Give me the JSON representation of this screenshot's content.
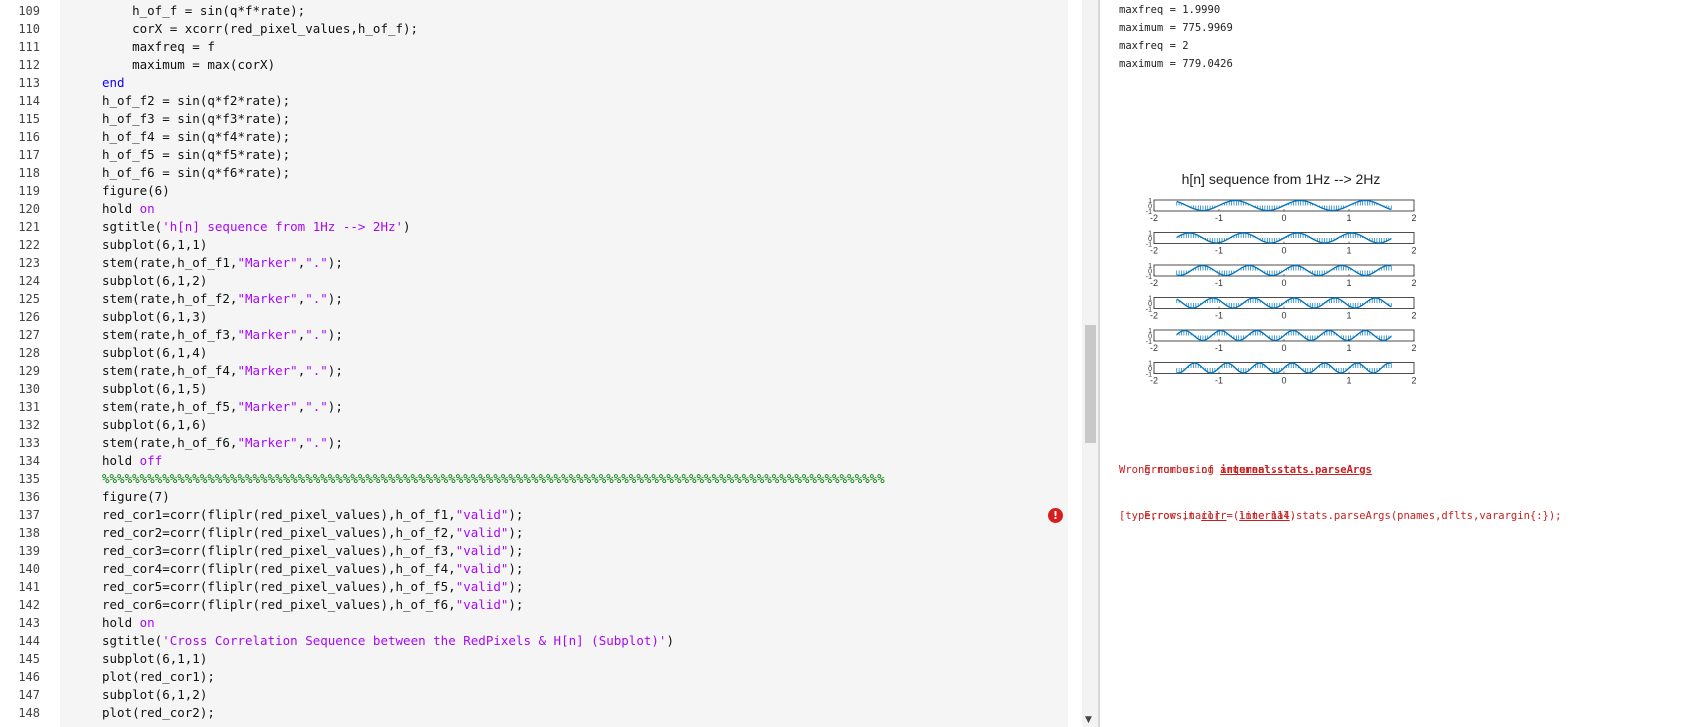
{
  "editor": {
    "lines": [
      {
        "num": "109",
        "tokens": [
          {
            "t": "    h_of_f = sin(q*f*rate);"
          }
        ]
      },
      {
        "num": "110",
        "tokens": [
          {
            "t": "    corX = xcorr(red_pixel_values,h_of_f);"
          }
        ]
      },
      {
        "num": "111",
        "tokens": [
          {
            "t": "    maxfreq = f"
          }
        ]
      },
      {
        "num": "112",
        "tokens": [
          {
            "t": "    maximum = max(corX)"
          }
        ]
      },
      {
        "num": "113",
        "tokens": [
          {
            "t": "end",
            "c": "kw"
          }
        ]
      },
      {
        "num": "114",
        "tokens": [
          {
            "t": "h_of_f2 = sin(q*f2*rate);"
          }
        ]
      },
      {
        "num": "115",
        "tokens": [
          {
            "t": "h_of_f3 = sin(q*f3*rate);"
          }
        ]
      },
      {
        "num": "116",
        "tokens": [
          {
            "t": "h_of_f4 = sin(q*f4*rate);"
          }
        ]
      },
      {
        "num": "117",
        "tokens": [
          {
            "t": "h_of_f5 = sin(q*f5*rate);"
          }
        ]
      },
      {
        "num": "118",
        "tokens": [
          {
            "t": "h_of_f6 = sin(q*f6*rate);"
          }
        ]
      },
      {
        "num": "119",
        "tokens": [
          {
            "t": "figure(6)"
          }
        ]
      },
      {
        "num": "120",
        "tokens": [
          {
            "t": "hold "
          },
          {
            "t": "on",
            "c": "str"
          }
        ]
      },
      {
        "num": "121",
        "tokens": [
          {
            "t": "sgtitle("
          },
          {
            "t": "'h[n] sequence from 1Hz --> 2Hz'",
            "c": "str"
          },
          {
            "t": ")"
          }
        ]
      },
      {
        "num": "122",
        "tokens": [
          {
            "t": "subplot(6,1,1)"
          }
        ]
      },
      {
        "num": "123",
        "tokens": [
          {
            "t": "stem(rate,h_of_f1,"
          },
          {
            "t": "\"Marker\"",
            "c": "str"
          },
          {
            "t": ","
          },
          {
            "t": "\".\"",
            "c": "str"
          },
          {
            "t": ");"
          }
        ]
      },
      {
        "num": "124",
        "tokens": [
          {
            "t": "subplot(6,1,2)"
          }
        ]
      },
      {
        "num": "125",
        "tokens": [
          {
            "t": "stem(rate,h_of_f2,"
          },
          {
            "t": "\"Marker\"",
            "c": "str"
          },
          {
            "t": ","
          },
          {
            "t": "\".\"",
            "c": "str"
          },
          {
            "t": ");"
          }
        ]
      },
      {
        "num": "126",
        "tokens": [
          {
            "t": "subplot(6,1,3)"
          }
        ]
      },
      {
        "num": "127",
        "tokens": [
          {
            "t": "stem(rate,h_of_f3,"
          },
          {
            "t": "\"Marker\"",
            "c": "str"
          },
          {
            "t": ","
          },
          {
            "t": "\".\"",
            "c": "str"
          },
          {
            "t": ");"
          }
        ]
      },
      {
        "num": "128",
        "tokens": [
          {
            "t": "subplot(6,1,4)"
          }
        ]
      },
      {
        "num": "129",
        "tokens": [
          {
            "t": "stem(rate,h_of_f4,"
          },
          {
            "t": "\"Marker\"",
            "c": "str"
          },
          {
            "t": ","
          },
          {
            "t": "\".\"",
            "c": "str"
          },
          {
            "t": ");"
          }
        ]
      },
      {
        "num": "130",
        "tokens": [
          {
            "t": "subplot(6,1,5)"
          }
        ]
      },
      {
        "num": "131",
        "tokens": [
          {
            "t": "stem(rate,h_of_f5,"
          },
          {
            "t": "\"Marker\"",
            "c": "str"
          },
          {
            "t": ","
          },
          {
            "t": "\".\"",
            "c": "str"
          },
          {
            "t": ");"
          }
        ]
      },
      {
        "num": "132",
        "tokens": [
          {
            "t": "subplot(6,1,6)"
          }
        ]
      },
      {
        "num": "133",
        "tokens": [
          {
            "t": "stem(rate,h_of_f6,"
          },
          {
            "t": "\"Marker\"",
            "c": "str"
          },
          {
            "t": ","
          },
          {
            "t": "\".\"",
            "c": "str"
          },
          {
            "t": ");"
          }
        ]
      },
      {
        "num": "134",
        "tokens": [
          {
            "t": "hold "
          },
          {
            "t": "off",
            "c": "str"
          }
        ]
      },
      {
        "num": "135",
        "tokens": [
          {
            "t": "%%%%%%%%%%%%%%%%%%%%%%%%%%%%%%%%%%%%%%%%%%%%%%%%%%%%%%%%%%%%%%%%%%%%%%%%%%%%%%%%%%%%%%%%%%%%%%%%%%%%%%%%",
            "c": "cmt"
          }
        ]
      },
      {
        "num": "136",
        "tokens": [
          {
            "t": "figure(7)"
          }
        ]
      },
      {
        "num": "137",
        "tokens": [
          {
            "t": "red_cor1=corr(fliplr(red_pixel_values),h_of_f1,"
          },
          {
            "t": "\"valid\"",
            "c": "str"
          },
          {
            "t": ");"
          }
        ]
      },
      {
        "num": "138",
        "tokens": [
          {
            "t": "red_cor2=corr(fliplr(red_pixel_values),h_of_f2,"
          },
          {
            "t": "\"valid\"",
            "c": "str"
          },
          {
            "t": ");"
          }
        ]
      },
      {
        "num": "139",
        "tokens": [
          {
            "t": "red_cor3=corr(fliplr(red_pixel_values),h_of_f3,"
          },
          {
            "t": "\"valid\"",
            "c": "str"
          },
          {
            "t": ");"
          }
        ]
      },
      {
        "num": "140",
        "tokens": [
          {
            "t": "red_cor4=corr(fliplr(red_pixel_values),h_of_f4,"
          },
          {
            "t": "\"valid\"",
            "c": "str"
          },
          {
            "t": ");"
          }
        ]
      },
      {
        "num": "141",
        "tokens": [
          {
            "t": "red_cor5=corr(fliplr(red_pixel_values),h_of_f5,"
          },
          {
            "t": "\"valid\"",
            "c": "str"
          },
          {
            "t": ");"
          }
        ]
      },
      {
        "num": "142",
        "tokens": [
          {
            "t": "red_cor6=corr(fliplr(red_pixel_values),h_of_f6,"
          },
          {
            "t": "\"valid\"",
            "c": "str"
          },
          {
            "t": ");"
          }
        ]
      },
      {
        "num": "143",
        "tokens": [
          {
            "t": "hold "
          },
          {
            "t": "on",
            "c": "str"
          }
        ]
      },
      {
        "num": "144",
        "tokens": [
          {
            "t": "sgtitle("
          },
          {
            "t": "'Cross Correlation Sequence between the RedPixels & H[n] (Subplot)'",
            "c": "str"
          },
          {
            "t": ")"
          }
        ]
      },
      {
        "num": "145",
        "tokens": [
          {
            "t": "subplot(6,1,1)"
          }
        ]
      },
      {
        "num": "146",
        "tokens": [
          {
            "t": "plot(red_cor1);"
          }
        ]
      },
      {
        "num": "147",
        "tokens": [
          {
            "t": "subplot(6,1,2)"
          }
        ]
      },
      {
        "num": "148",
        "tokens": [
          {
            "t": "plot(red_cor2);"
          }
        ]
      }
    ],
    "error_marker_glyph": "!"
  },
  "scrollbar": {
    "arrow_glyph": "▼"
  },
  "output": {
    "lines": [
      "maxfreq = 1.9990",
      "maximum = 775.9969",
      "maxfreq = 2",
      "maximum = 779.0426"
    ],
    "error1": {
      "prefix": "Error using ",
      "link": "internal.stats.parseArgs",
      "message": "Wrong number of arguments."
    },
    "error2": {
      "prefix": "Error in ",
      "link": "corr",
      "paren_open": " (",
      "line_link": "line 114",
      "paren_close": ")",
      "code": "[type,rows,tail] = internal.stats.parseArgs(pnames,dflts,varargin{:});"
    }
  },
  "colors": {
    "keyword": "#0e00ff",
    "string": "#a709f5",
    "comment": "#028009",
    "error": "#c82020",
    "stem": "#0072bd"
  },
  "chart_data": {
    "type": "line",
    "title": "h[n] sequence from 1Hz --> 2Hz",
    "subplot_count": 6,
    "xlim": [
      -2,
      2
    ],
    "ylim": [
      -1,
      1
    ],
    "x_ticks": [
      "-2",
      "-1",
      "0",
      "1",
      "2"
    ],
    "y_ticks": [
      "-1",
      "0",
      "1"
    ],
    "data_x_range": [
      -1.65,
      1.65
    ],
    "series": [
      {
        "frequency": 1.0
      },
      {
        "frequency": 1.2
      },
      {
        "frequency": 1.4
      },
      {
        "frequency": 1.6
      },
      {
        "frequency": 1.8
      },
      {
        "frequency": 2.0
      }
    ]
  }
}
